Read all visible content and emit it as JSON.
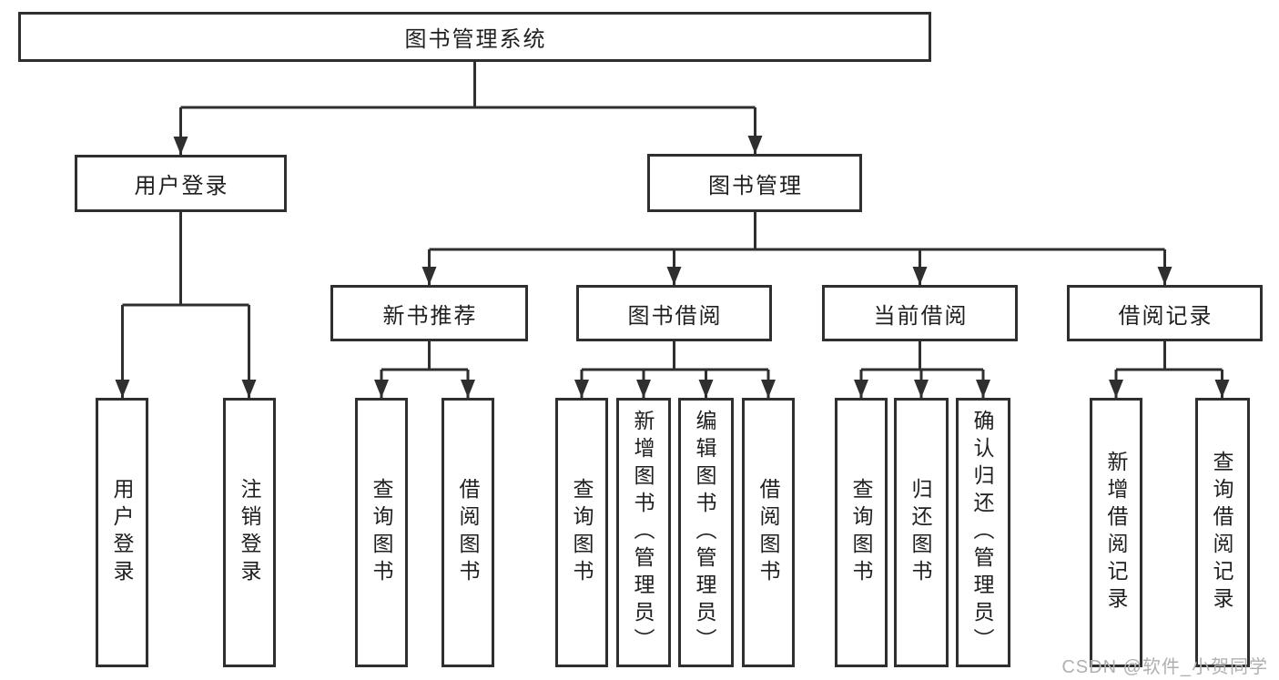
{
  "diagram_title": "图书管理系统",
  "tree": {
    "label": "图书管理系统",
    "children": [
      {
        "label": "用户登录",
        "children": [
          {
            "label": "用户登录"
          },
          {
            "label": "注销登录"
          }
        ]
      },
      {
        "label": "图书管理",
        "children": [
          {
            "label": "新书推荐",
            "children": [
              {
                "label": "查询图书"
              },
              {
                "label": "借阅图书"
              }
            ]
          },
          {
            "label": "图书借阅",
            "children": [
              {
                "label": "查询图书"
              },
              {
                "label": "新增图书（管理员）"
              },
              {
                "label": "编辑图书（管理员）"
              },
              {
                "label": "借阅图书"
              }
            ]
          },
          {
            "label": "当前借阅",
            "children": [
              {
                "label": "查询图书"
              },
              {
                "label": "归还图书"
              },
              {
                "label": "确认归还（管理员）"
              }
            ]
          },
          {
            "label": "借阅记录",
            "children": [
              {
                "label": "新增借阅记录"
              },
              {
                "label": "查询借阅记录"
              }
            ]
          }
        ]
      }
    ]
  },
  "watermark": {
    "text": "CSDN @软件_小贺同学"
  },
  "colors": {
    "background": "#ffffff",
    "line": "#2f2f2f",
    "box_border": "#2f2f2f",
    "text": "#1f1f1f",
    "watermark": "#b0b0b0"
  }
}
